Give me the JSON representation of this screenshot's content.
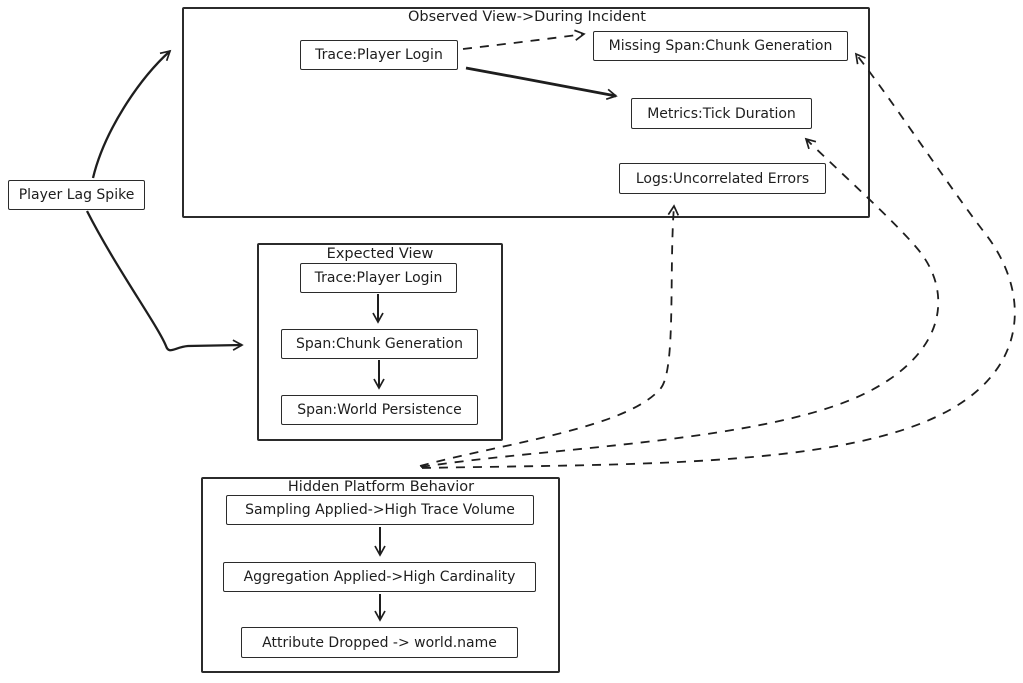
{
  "canvas": {
    "background": "#ffffff",
    "stroke_color": "#1e1e1e"
  },
  "root": {
    "label": "Player Lag Spike"
  },
  "observed": {
    "title": "Observed View->During Incident",
    "nodes": [
      {
        "id": "trace-player-login",
        "label": "Trace:Player Login"
      },
      {
        "id": "missing-span-chunk-generation",
        "label": "Missing Span:Chunk Generation"
      },
      {
        "id": "metrics-tick-duration",
        "label": "Metrics:Tick Duration"
      },
      {
        "id": "logs-uncorrelated-errors",
        "label": "Logs:Uncorrelated Errors"
      }
    ]
  },
  "expected": {
    "title": "Expected View",
    "nodes": [
      {
        "id": "trace-player-login",
        "label": "Trace:Player Login"
      },
      {
        "id": "span-chunk-generation",
        "label": "Span:Chunk Generation"
      },
      {
        "id": "span-world-persistence",
        "label": "Span:World Persistence"
      }
    ]
  },
  "hidden": {
    "title": "Hidden Platform Behavior",
    "nodes": [
      {
        "id": "sampling-applied",
        "label": "Sampling Applied->High Trace Volume"
      },
      {
        "id": "aggregation-applied",
        "label": "Aggregation Applied->High Cardinality"
      },
      {
        "id": "attribute-dropped",
        "label": "Attribute Dropped -> world.name"
      }
    ]
  },
  "edges": [
    {
      "from": "Player Lag Spike",
      "to": "Observed View->During Incident",
      "style": "solid"
    },
    {
      "from": "Player Lag Spike",
      "to": "Expected View",
      "style": "solid"
    },
    {
      "from": "Trace:Player Login (observed)",
      "to": "Missing Span:Chunk Generation",
      "style": "dashed"
    },
    {
      "from": "Trace:Player Login (observed)",
      "to": "Metrics:Tick Duration",
      "style": "solid"
    },
    {
      "from": "Trace:Player Login (expected)",
      "to": "Span:Chunk Generation",
      "style": "solid"
    },
    {
      "from": "Span:Chunk Generation",
      "to": "Span:World Persistence",
      "style": "solid"
    },
    {
      "from": "Sampling Applied->High Trace Volume",
      "to": "Aggregation Applied->High Cardinality",
      "style": "solid"
    },
    {
      "from": "Aggregation Applied->High Cardinality",
      "to": "Attribute Dropped -> world.name",
      "style": "solid"
    },
    {
      "from": "Hidden Platform Behavior",
      "to": "Logs:Uncorrelated Errors",
      "style": "dashed"
    },
    {
      "from": "Hidden Platform Behavior",
      "to": "Metrics:Tick Duration",
      "style": "dashed"
    },
    {
      "from": "Hidden Platform Behavior",
      "to": "Missing Span:Chunk Generation",
      "style": "dashed"
    }
  ]
}
